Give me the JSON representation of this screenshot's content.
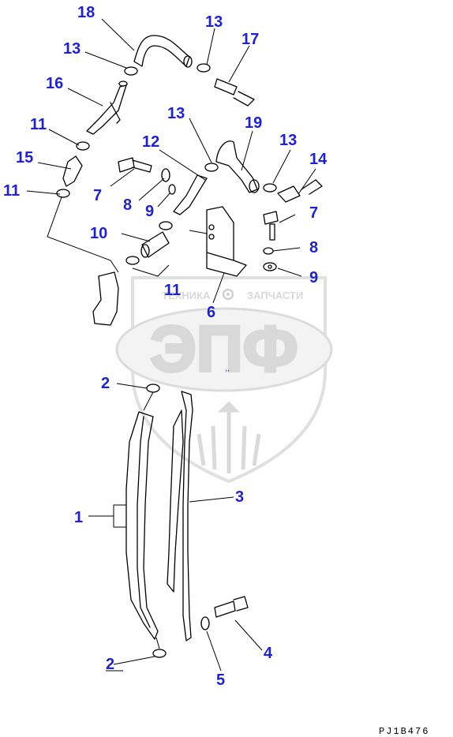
{
  "watermark": {
    "brand_top": "ТЕХНИКА",
    "brand_bottom": "ЗАПЧАСТИ",
    "logo": "ЭПФ",
    "gear_icon": "gear-icon"
  },
  "drawing_code": "PJ1B476",
  "colors": {
    "callout": "#1f24c8",
    "line": "#000000",
    "watermark": "#d9d9d9"
  },
  "callouts": {
    "c1": "1",
    "c2a": "2",
    "c2b": "2",
    "c3": "3",
    "c4": "4",
    "c5": "5",
    "c6": "6",
    "c7a": "7",
    "c7b": "7",
    "c8a": "8",
    "c8b": "8",
    "c9a": "9",
    "c9b": "9",
    "c10": "10",
    "c11a": "11",
    "c11b": "11",
    "c11c": "11",
    "c12": "12",
    "c13a": "13",
    "c13b": "13",
    "c13c": "13",
    "c13d": "13",
    "c14": "14",
    "c15": "15",
    "c16": "16",
    "c17": "17",
    "c18": "18",
    "c19": "19"
  }
}
